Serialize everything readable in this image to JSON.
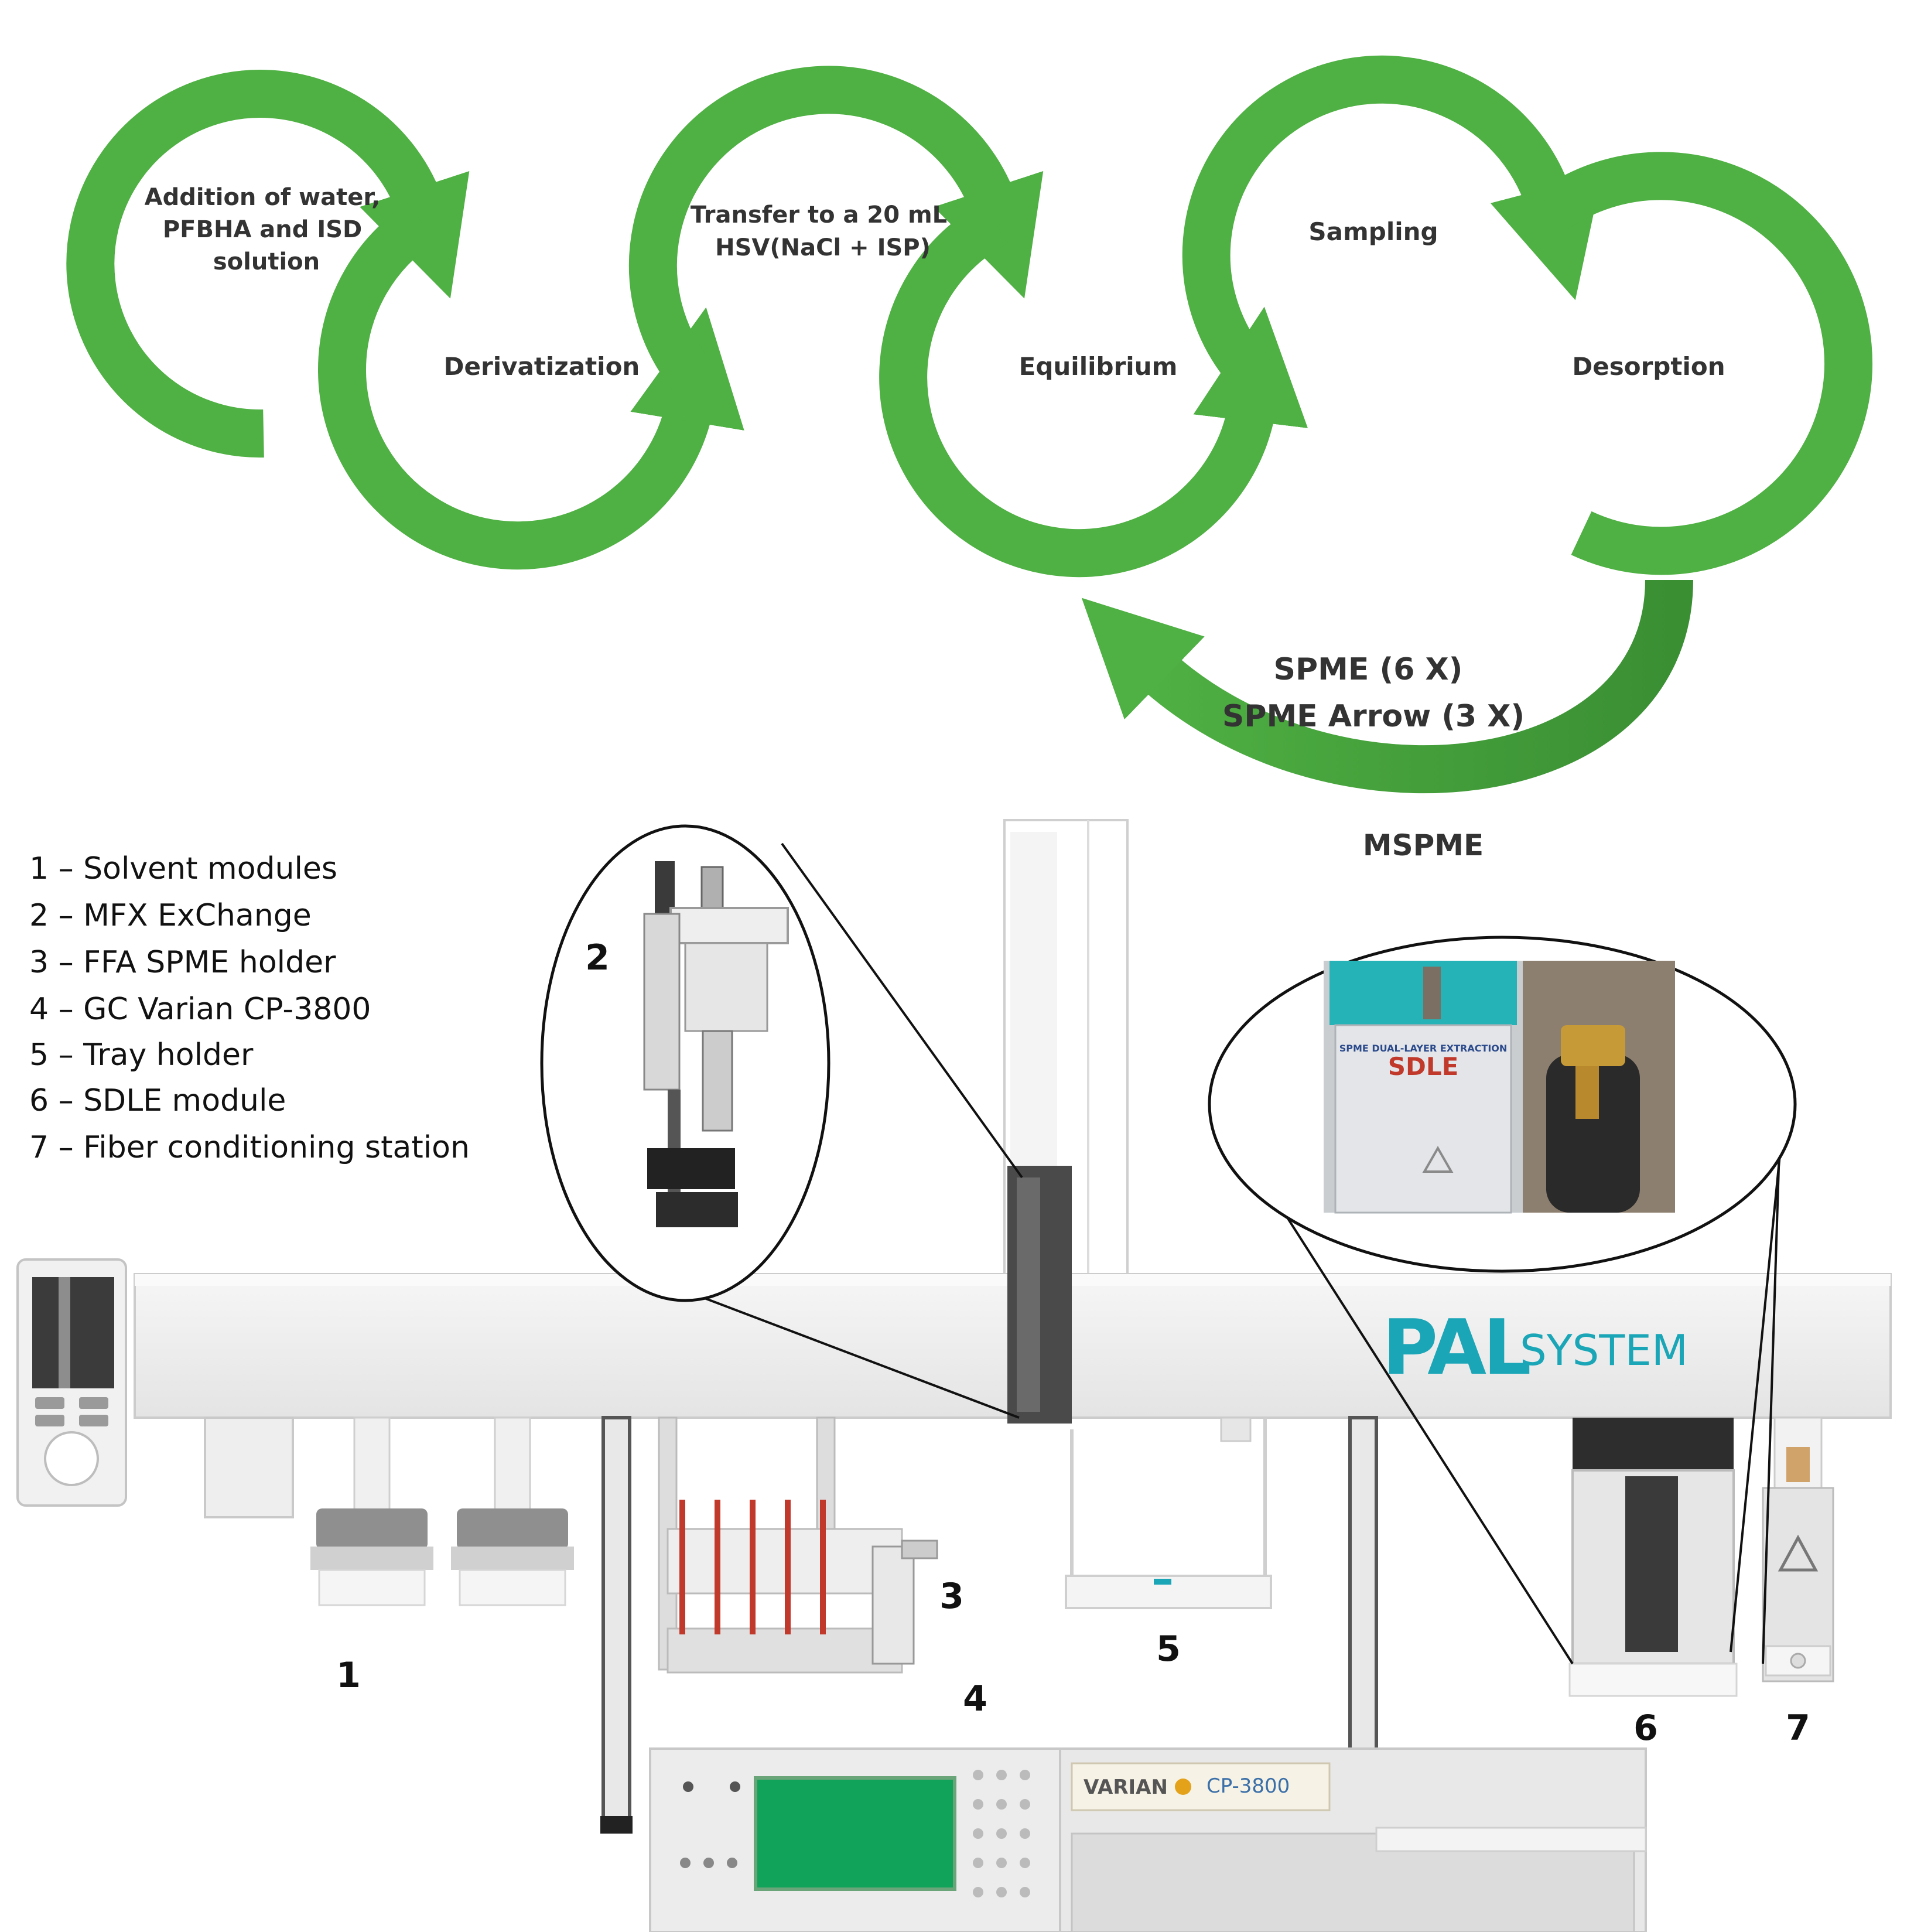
{
  "colors": {
    "arrow_green": "#4fb043",
    "arrow_dark": "#3a8f33",
    "brand_teal": "#1aa6b7",
    "gc_screen": "#12a35a",
    "module_teal": "#25b3b8"
  },
  "cycle": {
    "step1": [
      "Addition of water,",
      "PFBHA and ISD",
      "solution"
    ],
    "step2": "Derivatization",
    "step3": [
      "Transfer to a 20 mL",
      "HSV(NaCl + ISP)"
    ],
    "step4": "Equilibrium",
    "step5": "Sampling",
    "step6": "Desorption",
    "loop": [
      "SPME (6 X)",
      "SPME Arrow (3 X)"
    ],
    "loop_caption": "MSPME"
  },
  "legend": [
    "1 – Solvent modules",
    "2 – MFX ExChange",
    "3 – FFA SPME holder",
    "4 – GC Varian CP-3800",
    "5 – Tray holder",
    "6 – SDLE module",
    "7 – Fiber conditioning station"
  ],
  "numbers": [
    "1",
    "2",
    "3",
    "4",
    "5",
    "6",
    "7"
  ],
  "brand": {
    "pal": "PAL",
    "system": "SYSTEM"
  },
  "gc": {
    "maker": "VARIAN",
    "model": "CP-3800"
  },
  "photo": {
    "sdle_text": "SDLE",
    "sdle_header": "SPME DUAL-LAYER EXTRACTION"
  },
  "icons": {
    "arrow": "curved-arrow-icon",
    "warning": "hot-surface-warning-icon",
    "knob": "rotary-knob-icon"
  }
}
